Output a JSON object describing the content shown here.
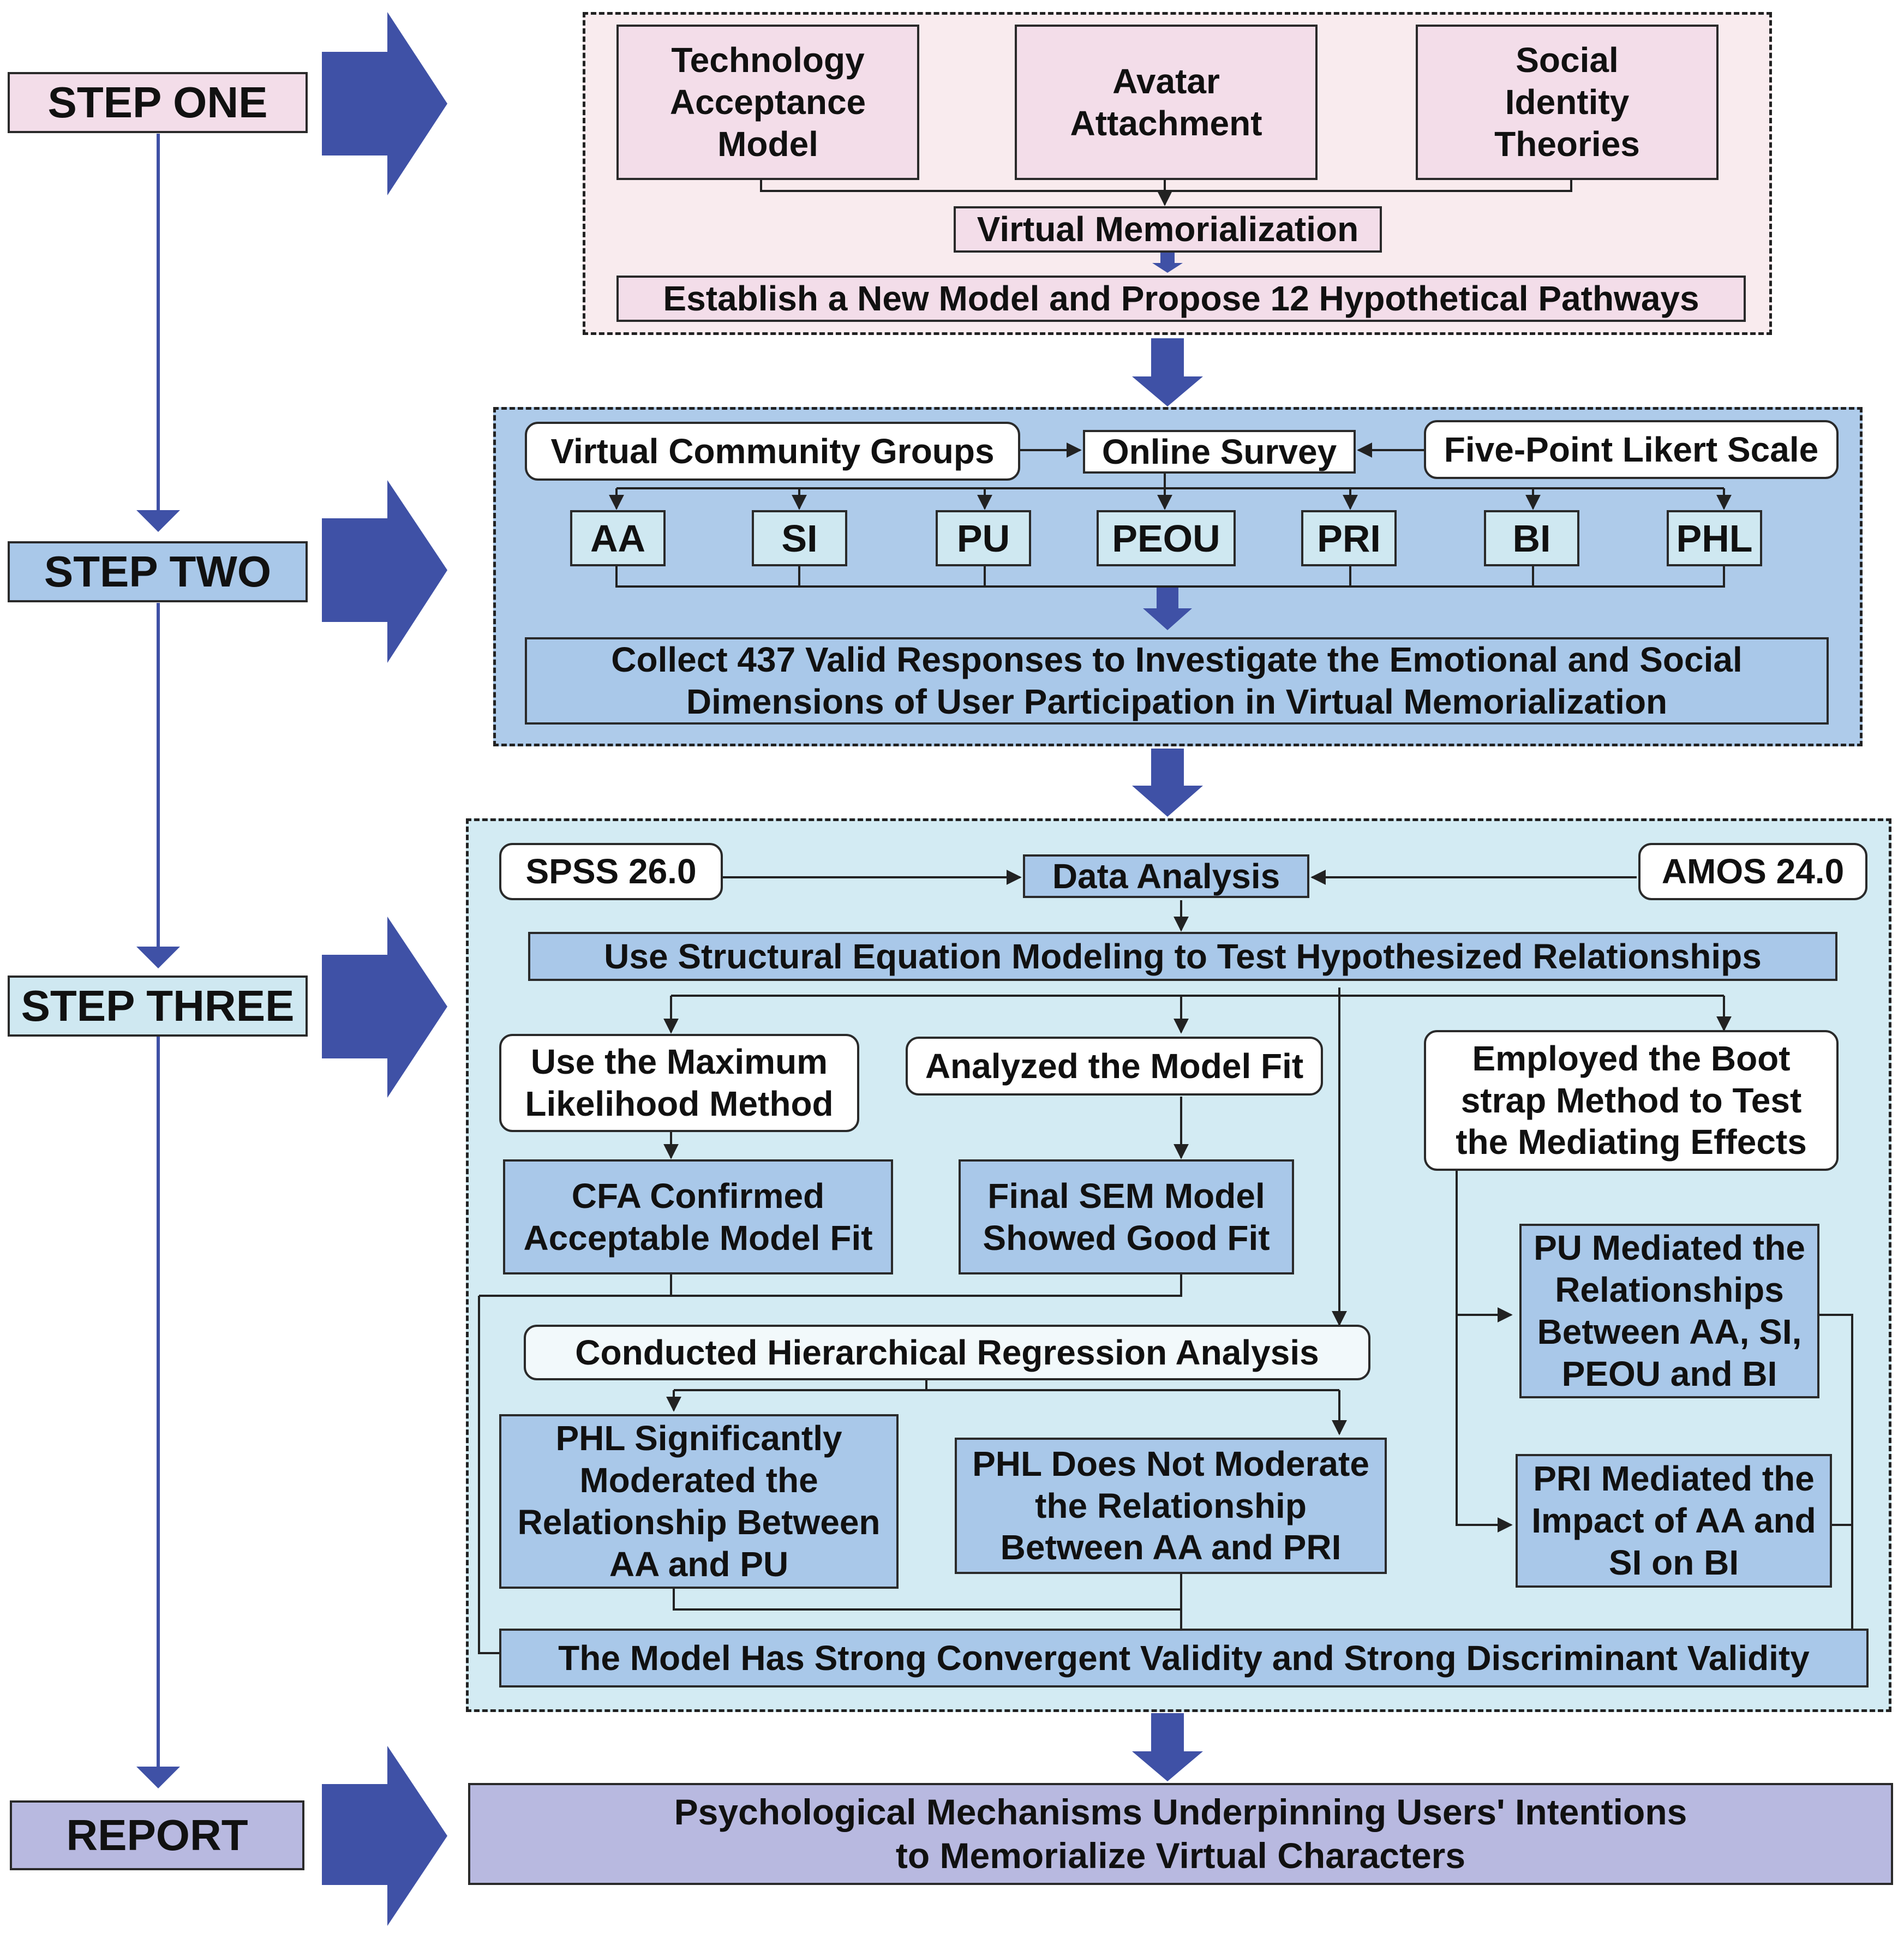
{
  "colors": {
    "step_one": "#f3dde9",
    "step_two": "#a9c8e9",
    "step_three": "#cfe8f1",
    "report": "#b8b9e0",
    "arrow": "#3f51a6",
    "white": "#ffffff"
  },
  "steps": {
    "one": "STEP ONE",
    "two": "STEP TWO",
    "three": "STEP THREE",
    "report": "REPORT"
  },
  "stage1": {
    "tam": "Technology\nAcceptance\nModel",
    "avatar": "Avatar\nAttachment",
    "social": "Social\nIdentity\nTheories",
    "virtual": "Virtual Memorialization",
    "establish": "Establish a New Model and Propose 12 Hypothetical Pathways"
  },
  "stage2": {
    "groups": "Virtual Community Groups",
    "survey": "Online Survey",
    "likert": "Five-Point Likert Scale",
    "constructs": [
      "AA",
      "SI",
      "PU",
      "PEOU",
      "PRI",
      "BI",
      "PHL"
    ],
    "collect": "Collect 437 Valid Responses to Investigate the Emotional and Social\nDimensions of User Participation in Virtual Memorialization"
  },
  "stage3": {
    "spss": "SPSS 26.0",
    "analysis": "Data Analysis",
    "amos": "AMOS 24.0",
    "sem": "Use Structural Equation Modeling to Test Hypothesized Relationships",
    "ml": "Use the Maximum\nLikelihood Method",
    "fit": "Analyzed the Model Fit",
    "boot": "Employed the Boot\nstrap Method to Test\nthe Mediating Effects",
    "cfa": "CFA Confirmed\nAcceptable Model Fit",
    "final": "Final SEM Model\nShowed Good Fit",
    "pu_med": "PU Mediated the\nRelationships\nBetween AA, SI,\nPEOU and BI",
    "hier": "Conducted Hierarchical Regression Analysis",
    "phl_sig": "PHL Significantly\nModerated the\nRelationship Between\nAA and PU",
    "phl_not": "PHL Does Not Moderate\nthe Relationship\nBetween AA and PRI",
    "pri_med": "PRI Mediated the\nImpact of AA and\nSI on BI",
    "validity": "The Model Has Strong Convergent Validity and Strong Discriminant Validity"
  },
  "report": {
    "text": "Psychological Mechanisms Underpinning Users' Intentions\nto Memorialize Virtual Characters"
  }
}
